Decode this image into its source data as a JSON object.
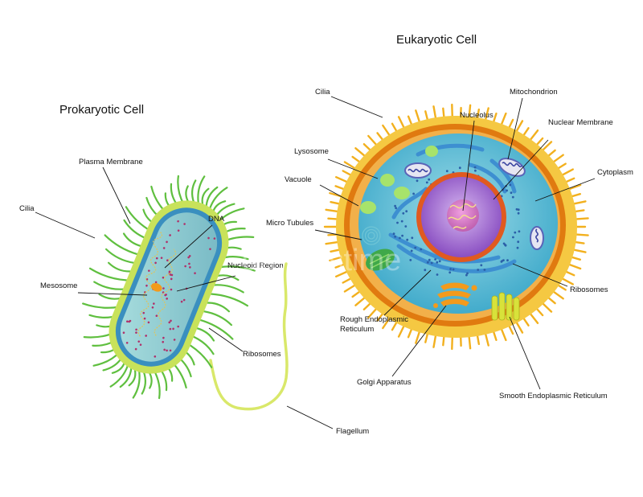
{
  "prokaryote": {
    "title": "Prokaryotic Cell",
    "labels": {
      "plasma_membrane": "Plasma Membrane",
      "cilia": "Cilia",
      "dna": "DNA",
      "nucleoid_region": "Nucleoid Region",
      "mesosome": "Mesosome",
      "ribosomes": "Ribosomes",
      "flagellum": "Flagellum"
    }
  },
  "eukaryote": {
    "title": "Eukaryotic Cell",
    "labels": {
      "cilia": "Cilia",
      "mitochondrion": "Mitochondrion",
      "nucleolus": "Nucleolus",
      "nuclear_membrane": "Nuclear Membrane",
      "lysosome": "Lysosome",
      "cytoplasm": "Cytoplasm",
      "vacuole": "Vacuole",
      "micro_tubules": "Micro Tubules",
      "ribosomes": "Ribosomes",
      "rough_er_line1": "Rough Endoplasmic",
      "rough_er_line2": "Reticulum",
      "golgi": "Golgi Apparatus",
      "smooth_er": "Smooth Endoplasmic Reticulum"
    }
  },
  "colors": {
    "prok_capsule": "#c8e25a",
    "prok_wall": "#3a8fbf",
    "prok_cytoplasm": "#8ec9c9",
    "prok_cilia": "#5fbf3f",
    "euk_cilia": "#f2b01e",
    "euk_outer": "#f5c842",
    "euk_membrane": "#e07a10",
    "euk_cytoplasm": "#5ab9d6",
    "euk_nucleus": "#a06ad0",
    "euk_nuclear_envelope": "#e05a20",
    "euk_er": "#3d8fd1",
    "euk_golgi": "#f39a1c",
    "euk_smooth_er": "#d8e23a"
  },
  "watermark": "dreamstime"
}
